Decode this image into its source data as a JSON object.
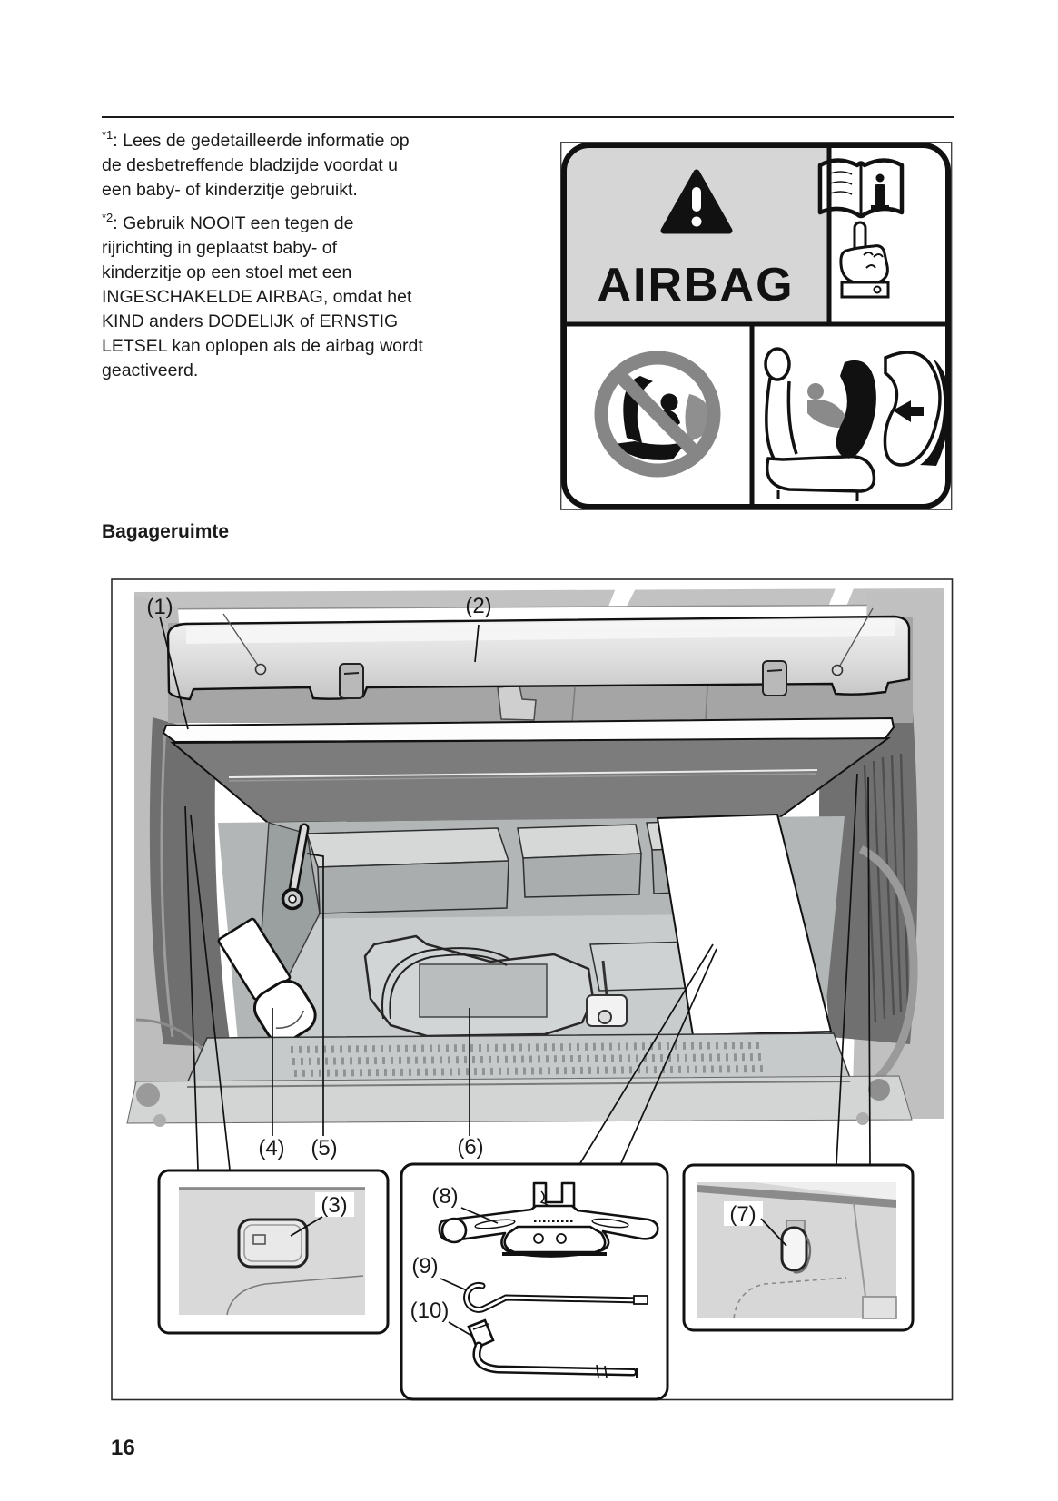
{
  "page": {
    "number": "16"
  },
  "notes": [
    {
      "marker": "*1",
      "text": ": Lees de gedetailleerde informatie op\nde desbetreffende bladzijde voordat u\neen baby- of kinderzitje gebruikt."
    },
    {
      "marker": "*2",
      "text": ": Gebruik NOOIT een tegen de\nrijrichting in geplaatst baby- of\nkinderzitje op een stoel met een\nINGESCHAKELDE AIRBAG, omdat het\nKIND anders DODELIJK of ERNSTIG\nLETSEL kan oplopen als de airbag wordt\ngeactiveerd."
    }
  ],
  "airbag_label": {
    "title": "AIRBAG",
    "icons": [
      "warning-triangle-icon",
      "owner-manual-book-icon",
      "pointing-hand-icon",
      "no-rear-facing-child-seat-icon",
      "airbag-deployment-icon"
    ],
    "colors": {
      "panel_gray": "#d6d6d6",
      "prohibition_gray": "#868686",
      "line_black": "#111111"
    }
  },
  "section": {
    "heading": "Bagageruimte"
  },
  "figure": {
    "callouts": {
      "c1": "(1)",
      "c2": "(2)",
      "c3": "(3)",
      "c4": "(4)",
      "c5": "(5)",
      "c6": "(6)",
      "c7": "(7)",
      "c8": "(8)",
      "c9": "(9)",
      "c10": "(10)"
    },
    "insets": [
      "luggage-side-cover",
      "jack-and-tools",
      "bag-hook"
    ]
  }
}
